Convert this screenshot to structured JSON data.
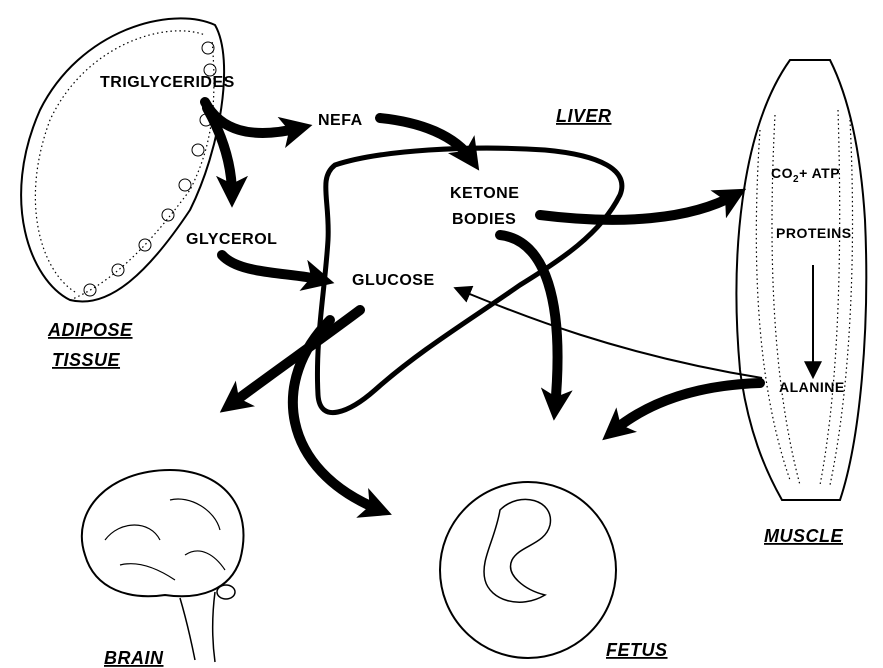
{
  "titles": {
    "adipose_line1": "ADIPOSE",
    "adipose_line2": "TISSUE",
    "liver": "LIVER",
    "muscle": "MUSCLE",
    "brain": "BRAIN",
    "fetus": "FETUS"
  },
  "labels": {
    "triglycerides": "TRIGLYCERIDES",
    "nefa": "NEFA",
    "glycerol": "GLYCEROL",
    "glucose": "GLUCOSE",
    "ketone_line1": "KETONE",
    "ketone_line2": "BODIES",
    "co2_prefix": "CO",
    "co2_sub": "2",
    "co2_suffix": "+ ATP",
    "proteins": "PROTEINS",
    "alanine": "ALANINE"
  }
}
